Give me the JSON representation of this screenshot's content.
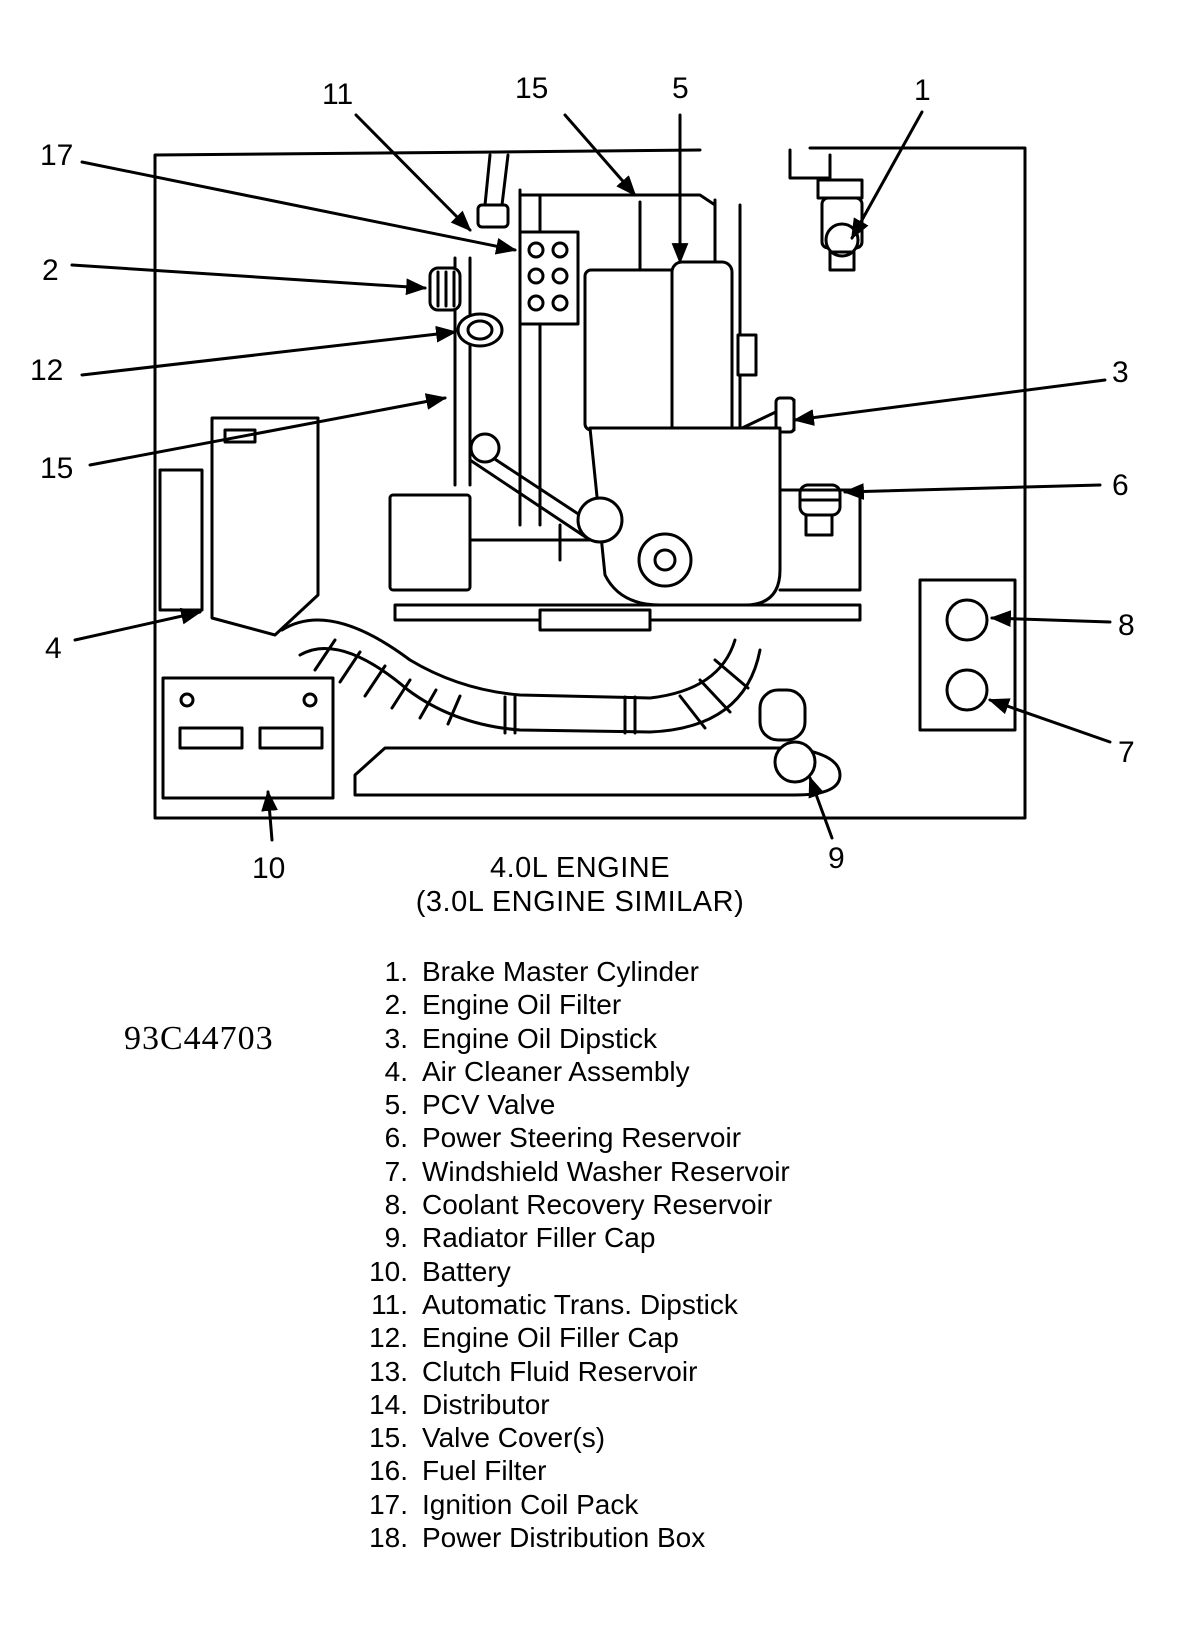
{
  "diagram": {
    "callouts": [
      "11",
      "15",
      "5",
      "1",
      "17",
      "2",
      "12",
      "3",
      "15",
      "6",
      "4",
      "8",
      "7",
      "10",
      "9"
    ],
    "caption_line1": "4.0L ENGINE",
    "caption_line2": "(3.0L ENGINE SIMILAR)"
  },
  "figure_id": "93C44703",
  "legend": [
    {
      "num": "1.",
      "label": "Brake Master Cylinder"
    },
    {
      "num": "2.",
      "label": "Engine Oil Filter"
    },
    {
      "num": "3.",
      "label": "Engine Oil Dipstick"
    },
    {
      "num": "4.",
      "label": "Air Cleaner Assembly"
    },
    {
      "num": "5.",
      "label": "PCV Valve"
    },
    {
      "num": "6.",
      "label": "Power Steering Reservoir"
    },
    {
      "num": "7.",
      "label": "Windshield Washer Reservoir"
    },
    {
      "num": "8.",
      "label": "Coolant Recovery Reservoir"
    },
    {
      "num": "9.",
      "label": "Radiator Filler Cap"
    },
    {
      "num": "10.",
      "label": "Battery"
    },
    {
      "num": "11.",
      "label": "Automatic Trans. Dipstick"
    },
    {
      "num": "12.",
      "label": "Engine Oil Filler Cap"
    },
    {
      "num": "13.",
      "label": "Clutch Fluid Reservoir"
    },
    {
      "num": "14.",
      "label": "Distributor"
    },
    {
      "num": "15.",
      "label": "Valve Cover(s)"
    },
    {
      "num": "16.",
      "label": "Fuel Filter"
    },
    {
      "num": "17.",
      "label": "Ignition Coil Pack"
    },
    {
      "num": "18.",
      "label": "Power Distribution Box"
    }
  ]
}
